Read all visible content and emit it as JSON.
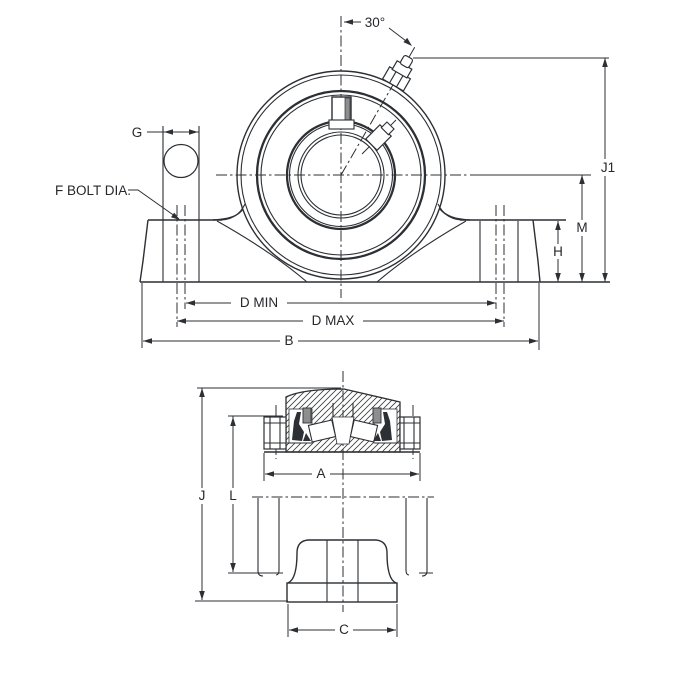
{
  "drawing": {
    "type": "engineering-dimension-drawing",
    "subject": "pillow block bearing, front view and side section view",
    "labels": {
      "angle": "30°",
      "g": "G",
      "f_bolt": "F BOLT DIA.",
      "j1": "J1",
      "m": "M",
      "h": "H",
      "d_min": "D MIN",
      "d_max": "D MAX",
      "b": "B",
      "a": "A",
      "j": "J",
      "l": "L",
      "c": "C"
    },
    "colors": {
      "line": "#2c2f33",
      "text": "#26282c",
      "background": "#ffffff",
      "screw_fill": "#8e8e8e"
    }
  }
}
